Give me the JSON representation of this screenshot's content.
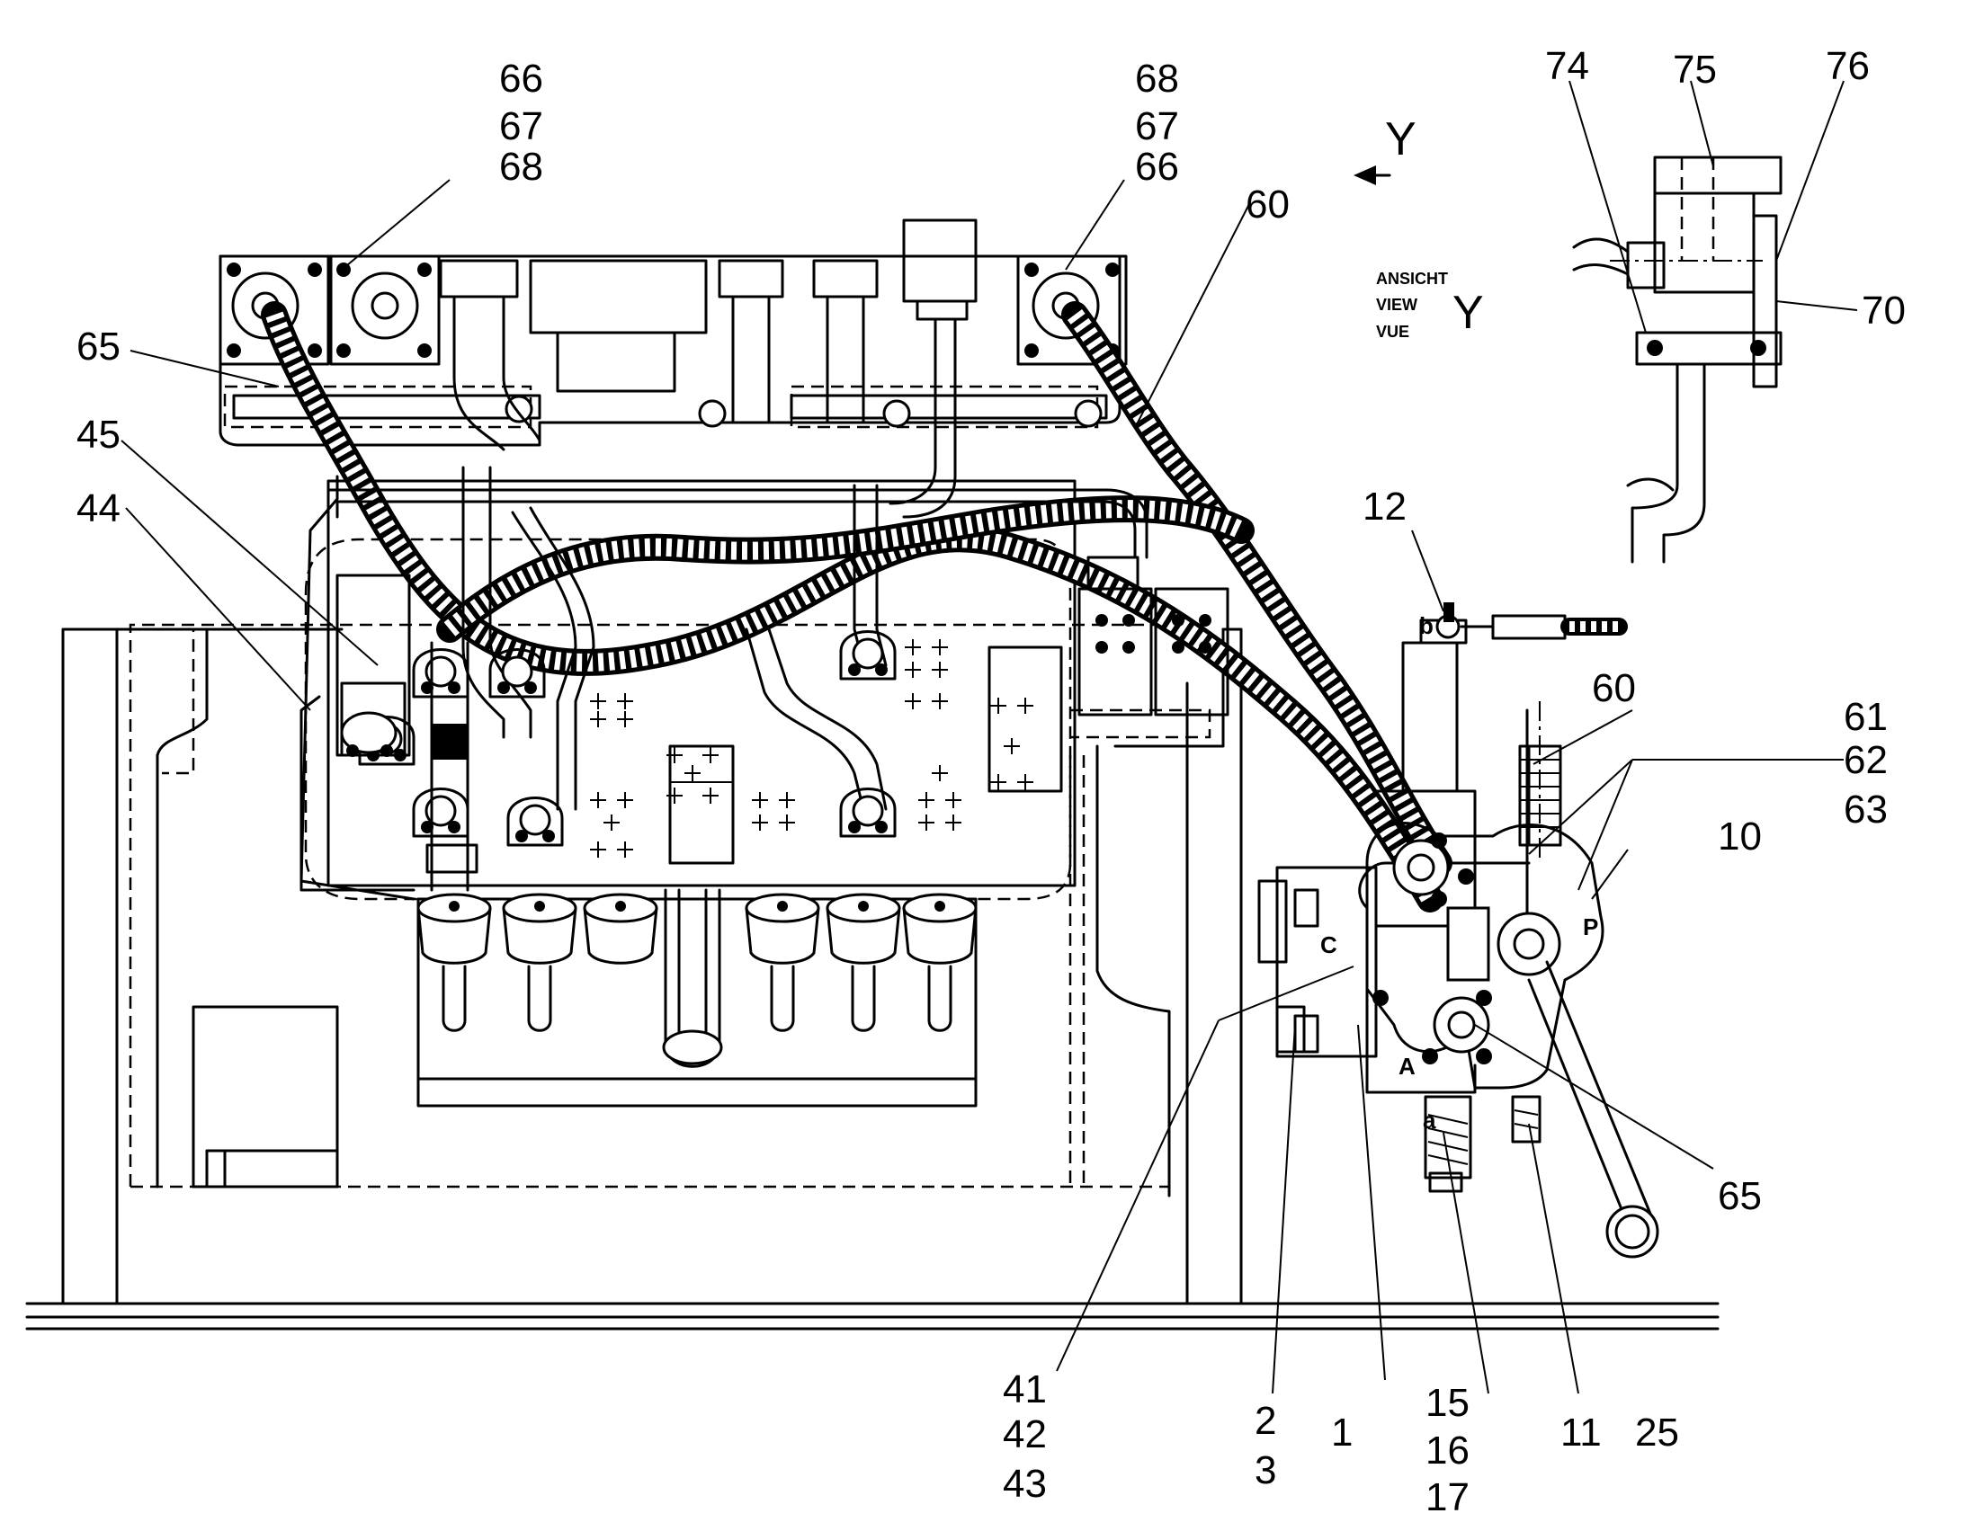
{
  "view_label": {
    "line1": "ANSICHT",
    "line2": "VIEW",
    "line3": "VUE",
    "letter": "Y"
  },
  "arrow_label": "Y",
  "port_labels": {
    "a": "a",
    "b": "b",
    "A": "A",
    "P": "P",
    "C": "C"
  },
  "callouts": {
    "c66_67_68_left": [
      "66",
      "67",
      "68"
    ],
    "c68_67_66_right": [
      "68",
      "67",
      "66"
    ],
    "c60_top": "60",
    "c65_left": "65",
    "c45": "45",
    "c44": "44",
    "c74": "74",
    "c75": "75",
    "c76": "76",
    "c70": "70",
    "c12": "12",
    "c60_right": "60",
    "c61_62_63": [
      "61",
      "62",
      "63"
    ],
    "c10": "10",
    "c65_right": "65",
    "c41_42_43": [
      "41",
      "42",
      "43"
    ],
    "c2_3": [
      "2",
      "3"
    ],
    "c1": "1",
    "c15_16_17": [
      "15",
      "16",
      "17"
    ],
    "c11": "11",
    "c25": "25"
  }
}
